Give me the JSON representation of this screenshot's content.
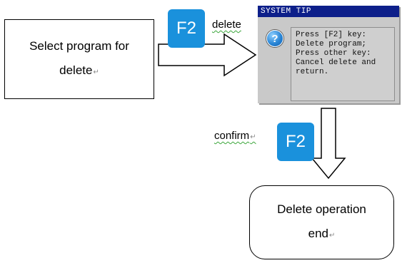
{
  "flow": {
    "start": {
      "line1": "Select program for",
      "line2": "delete",
      "mark": "↵"
    },
    "end": {
      "line1": "Delete operation",
      "line2": "end",
      "mark": "↵"
    },
    "top_key": "F2",
    "top_label": "delete",
    "bottom_key": "F2",
    "bottom_label": "confirm",
    "bottom_mark": "↵"
  },
  "tip": {
    "title": "SYSTEM TIP",
    "icon": "question-icon",
    "icon_glyph": "?",
    "lines": [
      "Press [F2] key:",
      "Delete program;",
      "Press other key:",
      "Cancel delete and",
      "return."
    ]
  },
  "colors": {
    "key_blue": "#1a91dc",
    "title_bar": "#0d1f8a",
    "dialog_gray": "#c9c9c9"
  }
}
